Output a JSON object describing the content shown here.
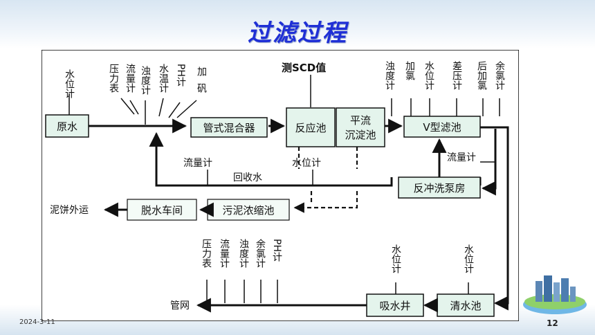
{
  "slide": {
    "title": "过滤过程",
    "date": "2024-3-11",
    "page_number": "12"
  },
  "diagram": {
    "boxes": {
      "raw_water": "原水",
      "pipe_mixer": "管式混合器",
      "reaction_tank": "反应池",
      "sedimentation_l1": "平流",
      "sedimentation_l2": "沉淀池",
      "v_filter": "V型滤池",
      "backwash_pump": "反冲洗泵房",
      "sludge_thickener": "污泥浓缩池",
      "dewatering": "脱水车间",
      "suction_well": "吸水井",
      "clear_water": "清水池"
    },
    "labels": {
      "scd": "测SCD值",
      "flow_meter_recycle": "流量计",
      "recycle_water": "回收水",
      "level_meter_sed": "水位计",
      "flow_meter_backwash": "流量计",
      "sludge_out": "泥饼外运",
      "pipe_network": "管网"
    },
    "top_instruments": [
      {
        "id": "water-level",
        "text": "水位计"
      },
      {
        "id": "pressure-gauge",
        "text": "压力表"
      },
      {
        "id": "flow-meter",
        "text": "流量计"
      },
      {
        "id": "turbidity-meter",
        "text": "浊度计"
      },
      {
        "id": "water-temp",
        "text": "水温计"
      },
      {
        "id": "ph-meter",
        "text": "PH计"
      },
      {
        "id": "add-alum",
        "text": "加矾"
      }
    ],
    "filter_instruments": [
      {
        "id": "turbidity-meter",
        "text": "浊度计"
      },
      {
        "id": "add-chlorine",
        "text": "加氯"
      },
      {
        "id": "water-level",
        "text": "水位计"
      },
      {
        "id": "diff-pressure",
        "text": "差压计"
      },
      {
        "id": "post-chlorine",
        "text": "后加氯"
      },
      {
        "id": "residual-chlorine",
        "text": "余氯计"
      }
    ],
    "outlet_instruments": [
      {
        "id": "pressure-gauge",
        "text": "压力表"
      },
      {
        "id": "flow-meter",
        "text": "流量计"
      },
      {
        "id": "turbidity-meter",
        "text": "浊度计"
      },
      {
        "id": "residual-chlorine",
        "text": "余氯计"
      },
      {
        "id": "ph-meter",
        "text": "PH计"
      }
    ],
    "suction_well_instrument": "水位计",
    "clear_water_instrument": "水位计"
  }
}
